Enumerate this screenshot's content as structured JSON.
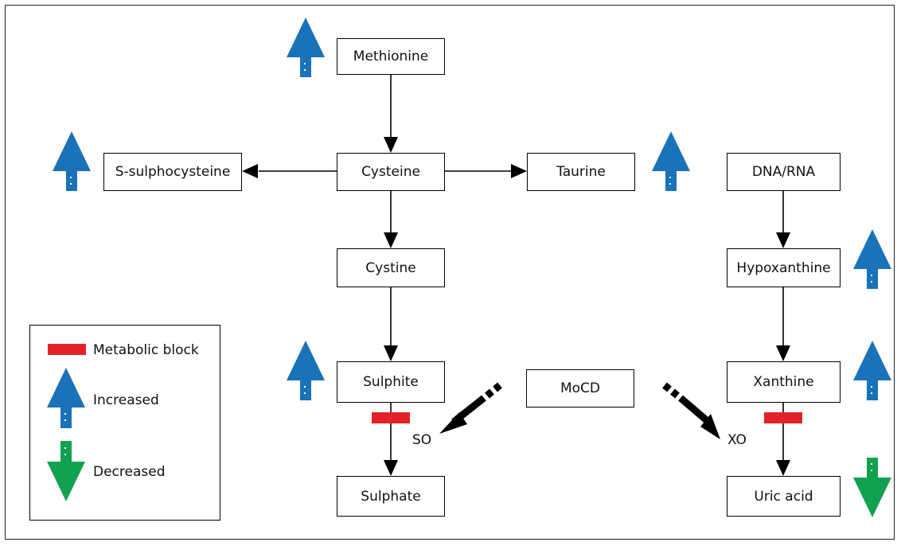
{
  "nodes": {
    "methionine": "Methionine",
    "cysteine": "Cysteine",
    "s_sulphocysteine": "S-sulphocysteine",
    "taurine": "Taurine",
    "cystine": "Cystine",
    "sulphite": "Sulphite",
    "sulphate": "Sulphate",
    "mocd": "MoCD",
    "dna_rna": "DNA/RNA",
    "hypoxanthine": "Hypoxanthine",
    "xanthine": "Xanthine",
    "uric_acid": "Uric acid"
  },
  "enzymes": {
    "so": "SO",
    "xo": "XO"
  },
  "legend": {
    "block": "Metabolic block",
    "increased": "Increased",
    "decreased": "Decreased"
  },
  "colors": {
    "increased": "#1a72b8",
    "decreased": "#12a150",
    "block": "#e32227",
    "line": "#000000"
  },
  "icons": [
    "up-arrow-icon",
    "down-arrow-icon",
    "metabolic-block-icon"
  ]
}
